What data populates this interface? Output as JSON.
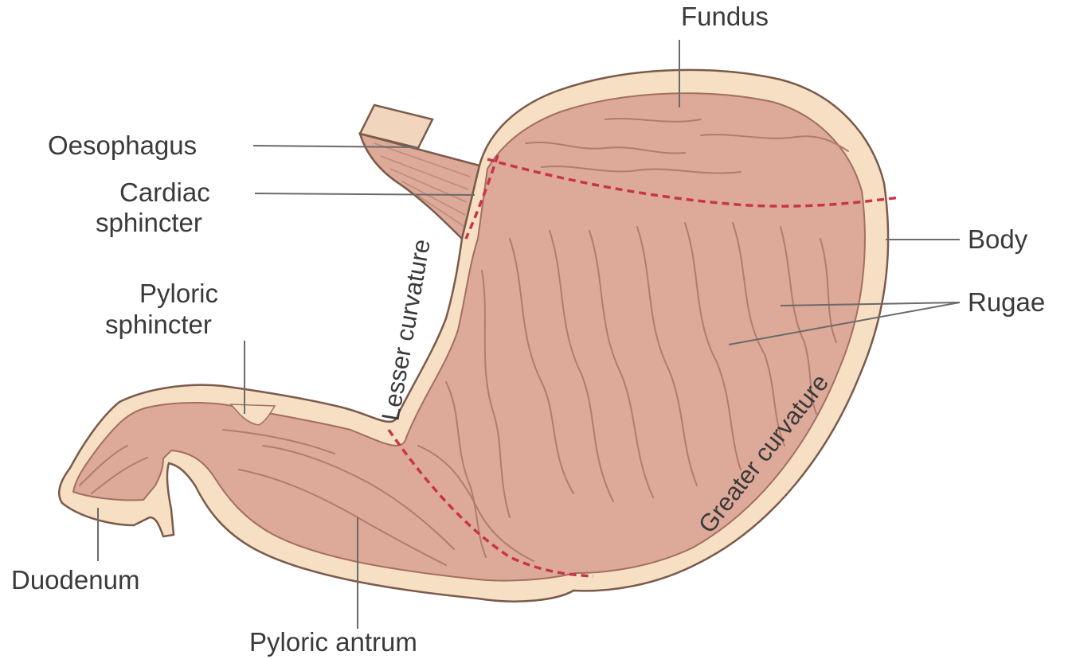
{
  "labels": {
    "fundus": "Fundus",
    "oesophagus": "Oesophagus",
    "cardiac_sphincter_line1": "Cardiac",
    "cardiac_sphincter_line2": "sphincter",
    "body": "Body",
    "rugae": "Rugae",
    "pyloric_sphincter_line1": "Pyloric",
    "pyloric_sphincter_line2": "sphincter",
    "lesser_curvature": "Lesser curvature",
    "greater_curvature": "Greater curvature",
    "duodenum": "Duodenum",
    "pyloric_antrum": "Pyloric antrum"
  },
  "colors": {
    "wall": "#f6dfc3",
    "mucosa": "#ddaa99",
    "rugae_fold": "#b07c6d",
    "region_boundary": "#c8344a",
    "label_text": "#3a3a3a",
    "leader_line": "#6a6a6a"
  }
}
